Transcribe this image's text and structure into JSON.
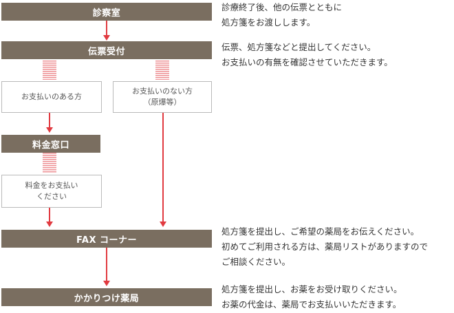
{
  "steps": {
    "shinsatsu": "診察室",
    "uketsuke": "伝票受付",
    "ryokin": "料金窓口",
    "fax": "FAX コーナー",
    "yakkyoku": "かかりつけ薬局"
  },
  "options": {
    "pay": "お支払いのある方",
    "nopay_line1": "お支払いのない方",
    "nopay_line2": "（原爆等）",
    "payment_line1": "料金をお支払い",
    "payment_line2": "ください"
  },
  "notes": {
    "n1": [
      "診療終了後、他の伝票とともに",
      "処方箋をお渡しします。"
    ],
    "n2": [
      "伝票、処方箋などと提出してください。",
      "お支払いの有無を確認させていただきます。"
    ],
    "n3": [
      "処方箋を提出し、ご希望の薬局をお伝えください。",
      "初めてご利用される方は、薬局リストがありますので",
      "ご相談ください。"
    ],
    "n4": [
      "処方箋を提出し、お薬をお受け取りください。",
      "お薬の代金は、薬局でお支払いいただきます。"
    ]
  },
  "colors": {
    "step_bg": "#7a6e60",
    "arrow": "#e13a40",
    "stripe": "#ee8f93",
    "option_border": "#b9b9b9"
  }
}
